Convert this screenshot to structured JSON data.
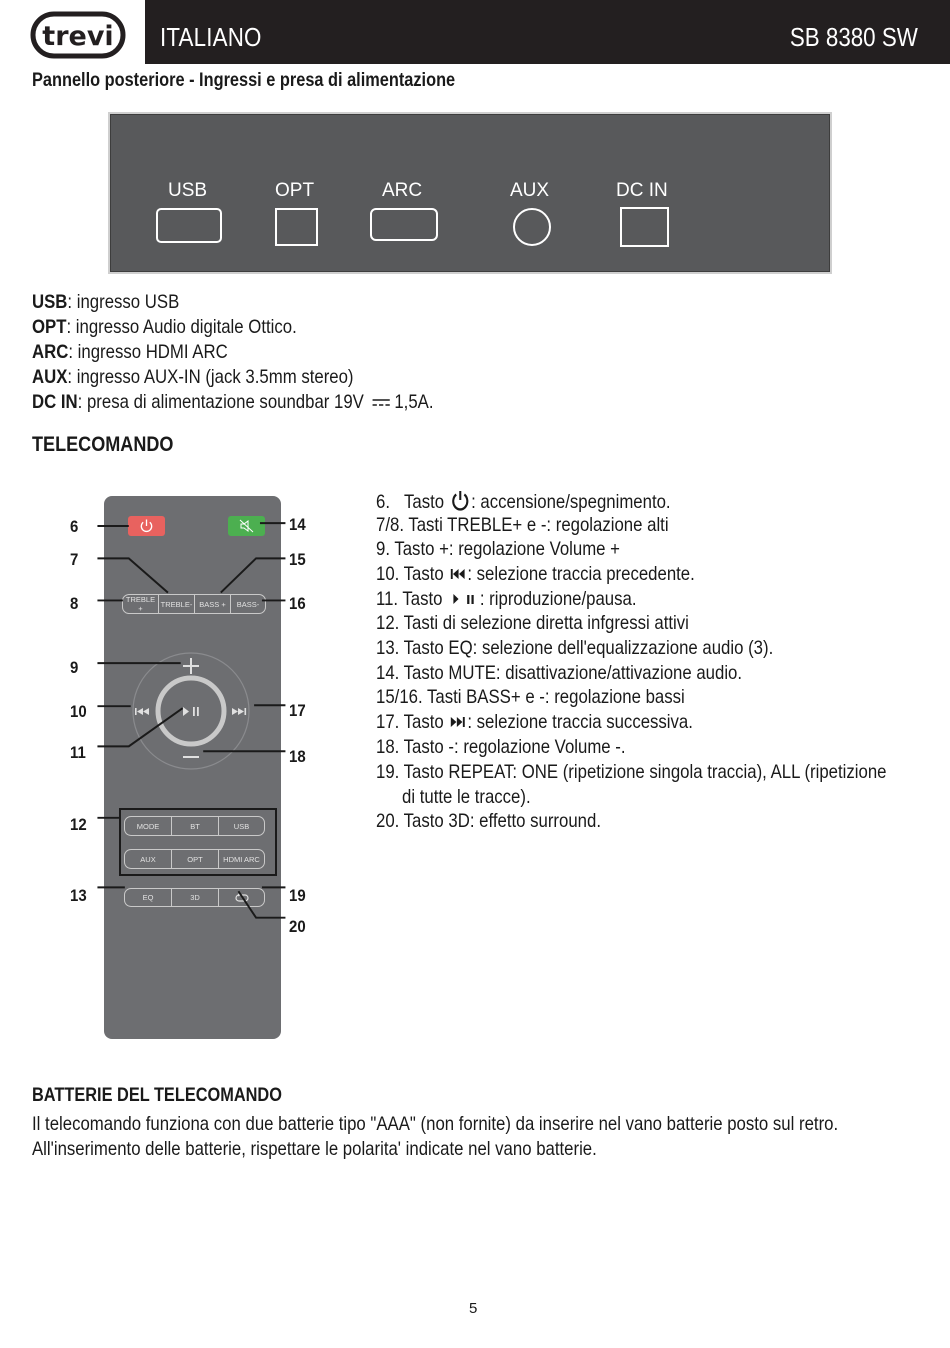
{
  "header": {
    "logo_text": "trevi",
    "language": "ITALIANO",
    "model": "SB 8380 SW"
  },
  "rear_panel": {
    "heading": "Pannello posteriore - Ingressi e presa di alimentazione",
    "ports": {
      "usb": "USB",
      "opt": "OPT",
      "arc": "ARC",
      "aux": "AUX",
      "dcin": "DC IN"
    }
  },
  "specs": [
    {
      "term": "USB",
      "desc": ": ingresso USB"
    },
    {
      "term": "OPT",
      "desc": ": ingresso Audio digitale Ottico."
    },
    {
      "term": "ARC",
      "desc": ": ingresso HDMI ARC"
    },
    {
      "term": "AUX",
      "desc": ": ingresso AUX-IN (jack 3.5mm stereo)"
    },
    {
      "term": "DC IN",
      "desc": ": presa di alimentazione soundbar 19V",
      "suffix": "1,5A."
    }
  ],
  "remote_section": {
    "heading": "TELECOMANDO",
    "buttons": {
      "treble_plus": "TREBLE +",
      "treble_minus": "TREBLE-",
      "bass_plus": "BASS +",
      "bass_minus": "BASS-",
      "mode": "MODE",
      "bt": "BT",
      "usb": "USB",
      "aux": "AUX",
      "opt": "OPT",
      "hdmi_arc": "HDMI ARC",
      "eq": "EQ",
      "three_d": "3D"
    },
    "callouts": {
      "c6": "6",
      "c7": "7",
      "c8": "8",
      "c9": "9",
      "c10": "10",
      "c11": "11",
      "c12": "12",
      "c13": "13",
      "c14": "14",
      "c15": "15",
      "c16": "16",
      "c17": "17",
      "c18": "18",
      "c19": "19",
      "c20": "20"
    },
    "items": {
      "i6_num": "6.",
      "i6_pre": "Tasto",
      "i6_post": ": accensione/spegnimento.",
      "i78": "7/8. Tasti TREBLE+ e -: regolazione alti",
      "i9": "9.   Tasto +: regolazione Volume +",
      "i10_pre": "10.  Tasto",
      "i10_post": ": selezione traccia precedente.",
      "i11_pre": "11.  Tasto",
      "i11_post": ": riproduzione/pausa.",
      "i12": "12.  Tasti di selezione diretta infgressi attivi",
      "i13": "13.  Tasto EQ: selezione dell'equalizzazione audio (3).",
      "i14": "14.  Tasto MUTE: disattivazione/attivazione audio.",
      "i1516": "15/16. Tasti BASS+ e -: regolazione bassi",
      "i17_pre": "17.  Tasto",
      "i17_post": ": selezione traccia successiva.",
      "i18": "18.  Tasto -: regolazione Volume -.",
      "i19a": "19.  Tasto REPEAT: ONE (ripetizione singola traccia), ALL (ripetizione",
      "i19b": "di tutte le tracce).",
      "i20": "20.  Tasto 3D: effetto surround."
    }
  },
  "batteries": {
    "heading": "BATTERIE DEL TELECOMANDO",
    "line1": "Il telecomando funziona con due batterie tipo \"AAA\" (non fornite) da inserire nel vano batterie posto sul retro.",
    "line2": "All'inserimento delle batterie, rispettare le polarita' indicate nel vano batterie."
  },
  "page_number": "5",
  "colors": {
    "header_bg": "#231f20",
    "panel_gray": "#58595b",
    "remote_gray": "#6d6e71",
    "power_red": "#e8625f",
    "mute_green": "#4caf50"
  }
}
